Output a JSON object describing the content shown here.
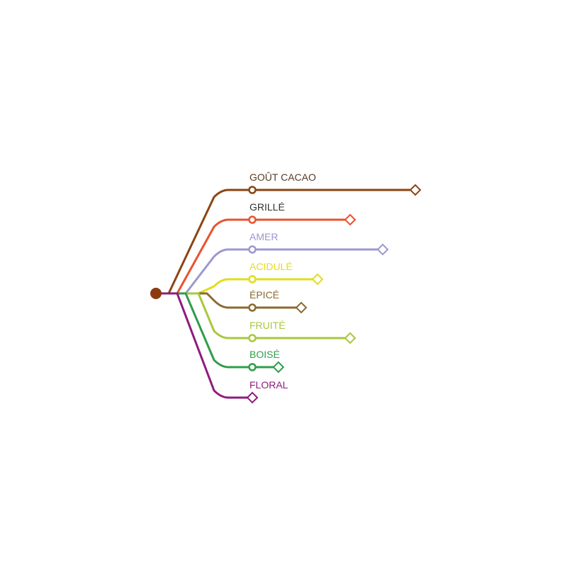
{
  "root": {
    "color": "#8B3A0F"
  },
  "lines": [
    {
      "label": "GOÛT CACAO",
      "color": "#8B4513",
      "length": 5
    },
    {
      "label": "GRILLÉ",
      "color": "#E8532F",
      "length": 3
    },
    {
      "label": "AMER",
      "color": "#9C98CF",
      "length": 4
    },
    {
      "label": "ACIDULÉ",
      "color": "#E1DD1C",
      "length": 2
    },
    {
      "label": "ÉPICÉ",
      "color": "#8B6A2F",
      "length": 1.5
    },
    {
      "label": "FRUITÉ",
      "color": "#A8C83D",
      "length": 3
    },
    {
      "label": "BOISÉ",
      "color": "#2E9E4A",
      "length": 0.8
    },
    {
      "label": "FLORAL",
      "color": "#8E1B7F",
      "length": 0
    }
  ]
}
